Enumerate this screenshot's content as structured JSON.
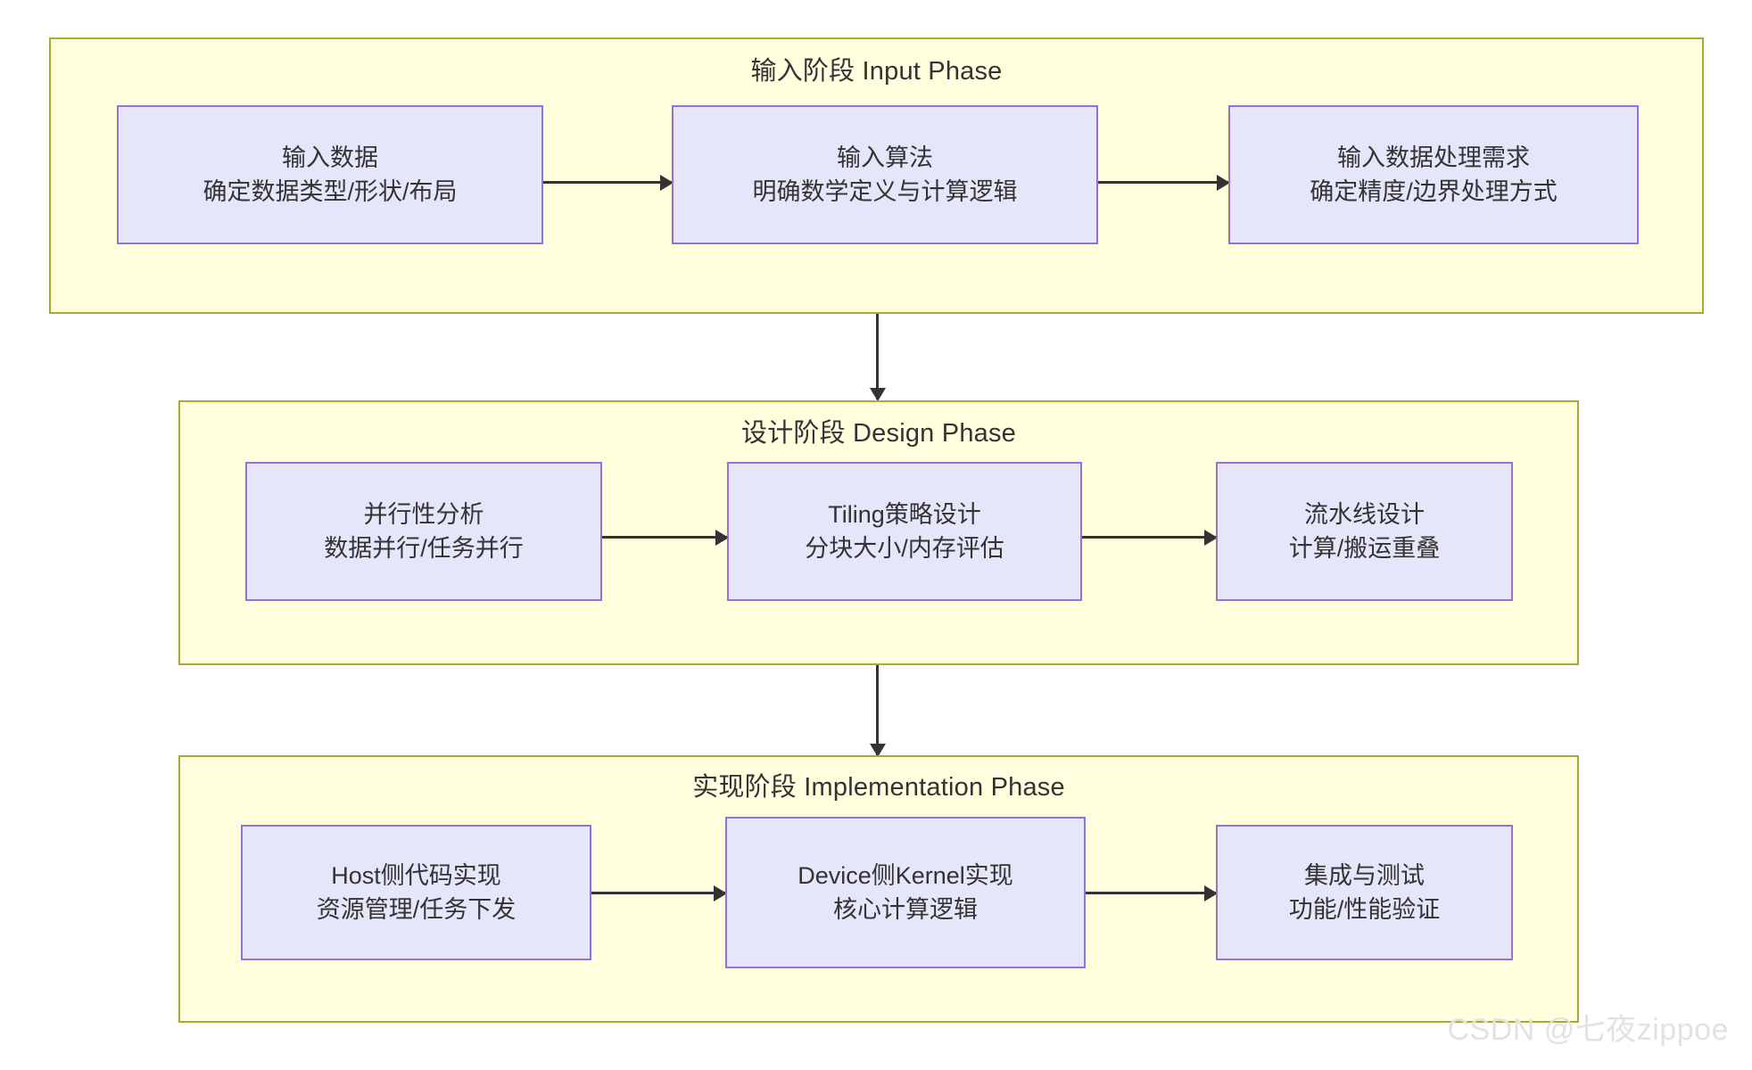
{
  "diagram": {
    "title_watermark": "CSDN @七夜zippoe",
    "colors": {
      "phase_fill": "#ffffde",
      "phase_border": "#aaaa33",
      "node_fill": "#e6e6fb",
      "node_border": "#9370db",
      "text": "#333333",
      "arrow": "#333333",
      "watermark": "#e2e2e2"
    },
    "phases": [
      {
        "id": "input-phase",
        "title": "输入阶段 Input Phase",
        "nodes": [
          {
            "id": "input-data",
            "line1": "输入数据",
            "line2": "确定数据类型/形状/布局"
          },
          {
            "id": "input-algorithm",
            "line1": "输入算法",
            "line2": "明确数学定义与计算逻辑"
          },
          {
            "id": "input-requirement",
            "line1": "输入数据处理需求",
            "line2": "确定精度/边界处理方式"
          }
        ]
      },
      {
        "id": "design-phase",
        "title": "设计阶段 Design Phase",
        "nodes": [
          {
            "id": "parallelism-analysis",
            "line1": "并行性分析",
            "line2": "数据并行/任务并行"
          },
          {
            "id": "tiling-strategy",
            "line1": "Tiling策略设计",
            "line2": "分块大小/内存评估"
          },
          {
            "id": "pipeline-design",
            "line1": "流水线设计",
            "line2": "计算/搬运重叠"
          }
        ]
      },
      {
        "id": "implementation-phase",
        "title": "实现阶段 Implementation Phase",
        "nodes": [
          {
            "id": "host-code",
            "line1": "Host侧代码实现",
            "line2": "资源管理/任务下发"
          },
          {
            "id": "device-kernel",
            "line1": "Device侧Kernel实现",
            "line2": "核心计算逻辑"
          },
          {
            "id": "integration-test",
            "line1": "集成与测试",
            "line2": "功能/性能验证"
          }
        ]
      }
    ]
  }
}
